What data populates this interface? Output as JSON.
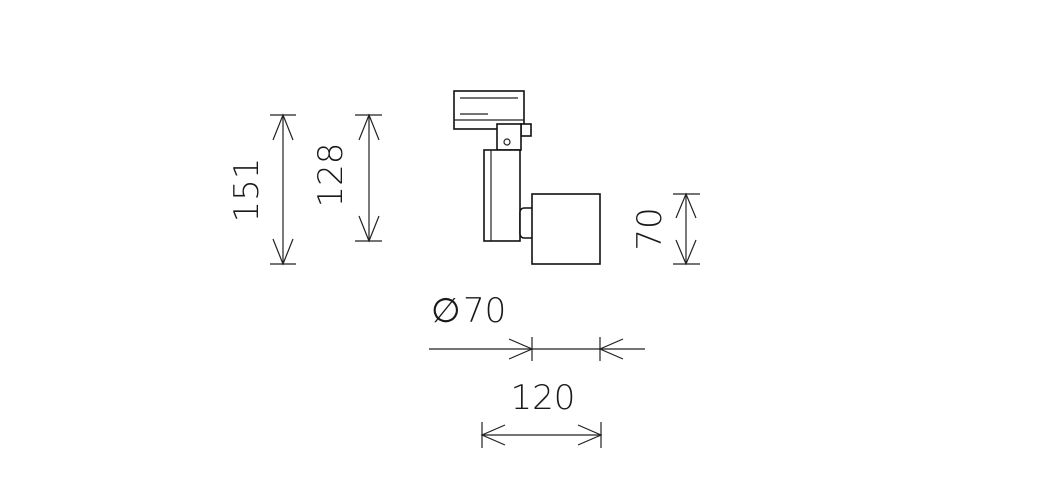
{
  "dimensions": {
    "height_total": "151",
    "height_body": "128",
    "head_height": "70",
    "diameter_symbol": "∅",
    "diameter_value": "70",
    "width_total": "120"
  }
}
